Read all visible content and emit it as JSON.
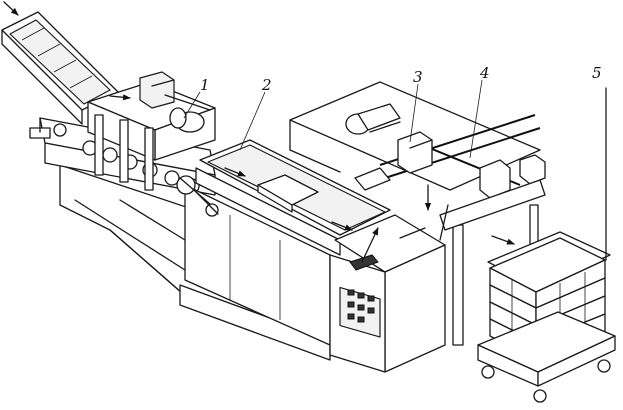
{
  "callouts": [
    {
      "id": "1",
      "label": "1"
    },
    {
      "id": "2",
      "label": "2"
    },
    {
      "id": "3",
      "label": "3"
    },
    {
      "id": "4",
      "label": "4"
    },
    {
      "id": "5",
      "label": "5"
    }
  ],
  "icons": {
    "flow_arrow": "arrow-icon"
  }
}
